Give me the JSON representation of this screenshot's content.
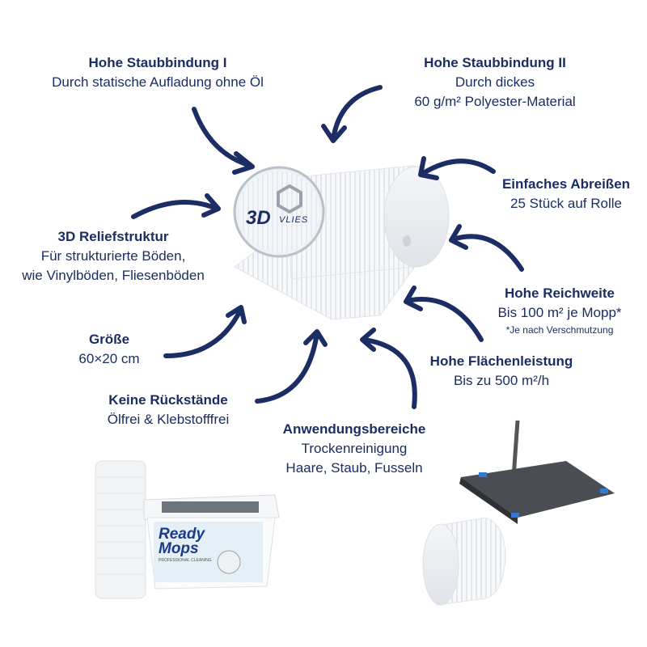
{
  "colors": {
    "text": "#1b2d63",
    "arrow": "#1b2d63"
  },
  "features": [
    {
      "title": "Hohe Staubbindung I",
      "lines": [
        "Durch statische Aufladung ohne Öl"
      ]
    },
    {
      "title": "Hohe Staubbindung II",
      "lines": [
        "Durch dickes",
        "60 g/m² Polyester-Material"
      ]
    },
    {
      "title": "Einfaches Abreißen",
      "lines": [
        "25 Stück auf Rolle"
      ]
    },
    {
      "title": "3D Reliefstruktur",
      "lines": [
        "Für strukturierte Böden,",
        "wie Vinylböden, Fliesenböden"
      ]
    },
    {
      "title": "Hohe Reichweite",
      "lines": [
        "Bis 100 m² je Mopp*"
      ],
      "note": "*Je nach Verschmutzung"
    },
    {
      "title": "Größe",
      "lines": [
        "60×20 cm"
      ]
    },
    {
      "title": "Hohe Flächenleistung",
      "lines": [
        "Bis zu 500 m²/h"
      ]
    },
    {
      "title": "Keine Rückstände",
      "lines": [
        "Ölfrei & Klebstofffrei"
      ]
    },
    {
      "title": "Anwendungsbereiche",
      "lines": [
        "Trockenreinigung",
        "Haare, Staub, Fusseln"
      ]
    }
  ],
  "badge": {
    "big": "3D",
    "small": "VLIES"
  },
  "package": {
    "brand1": "Ready",
    "brand2": "Mops",
    "sub": "PROFESSIONAL CLEANING"
  }
}
